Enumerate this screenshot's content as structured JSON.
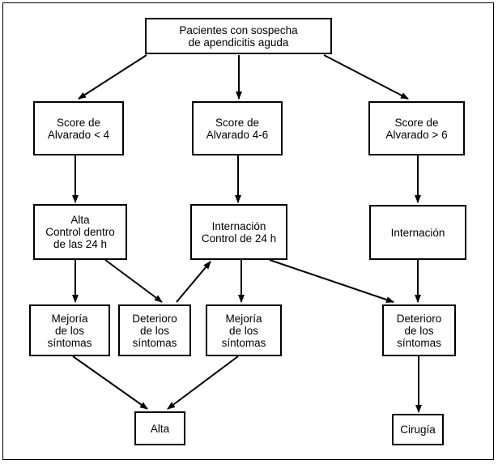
{
  "nodes": {
    "start": {
      "text": "Pacientes con sospecha\nde apendicitis aguda"
    },
    "score_low": {
      "text": "Score de\nAlvarado < 4"
    },
    "score_mid": {
      "text": "Score de\nAlvarado 4-6"
    },
    "score_high": {
      "text": "Score de\nAlvarado > 6"
    },
    "alta_control": {
      "text": "Alta\nControl dentro\nde las 24 h"
    },
    "internacion_control": {
      "text": "Internación\nControl de 24 h"
    },
    "internacion": {
      "text": "Internación"
    },
    "mejoria_1": {
      "text": "Mejoría\nde los\nsíntomas"
    },
    "deterioro_1": {
      "text": "Deterioro\nde los\nsíntomas"
    },
    "mejoria_2": {
      "text": "Mejoría\nde los\nsíntomas"
    },
    "deterioro_2": {
      "text": "Deterioro\nde los\nsíntomas"
    },
    "alta": {
      "text": "Alta"
    },
    "cirugia": {
      "text": "Cirugía"
    }
  }
}
